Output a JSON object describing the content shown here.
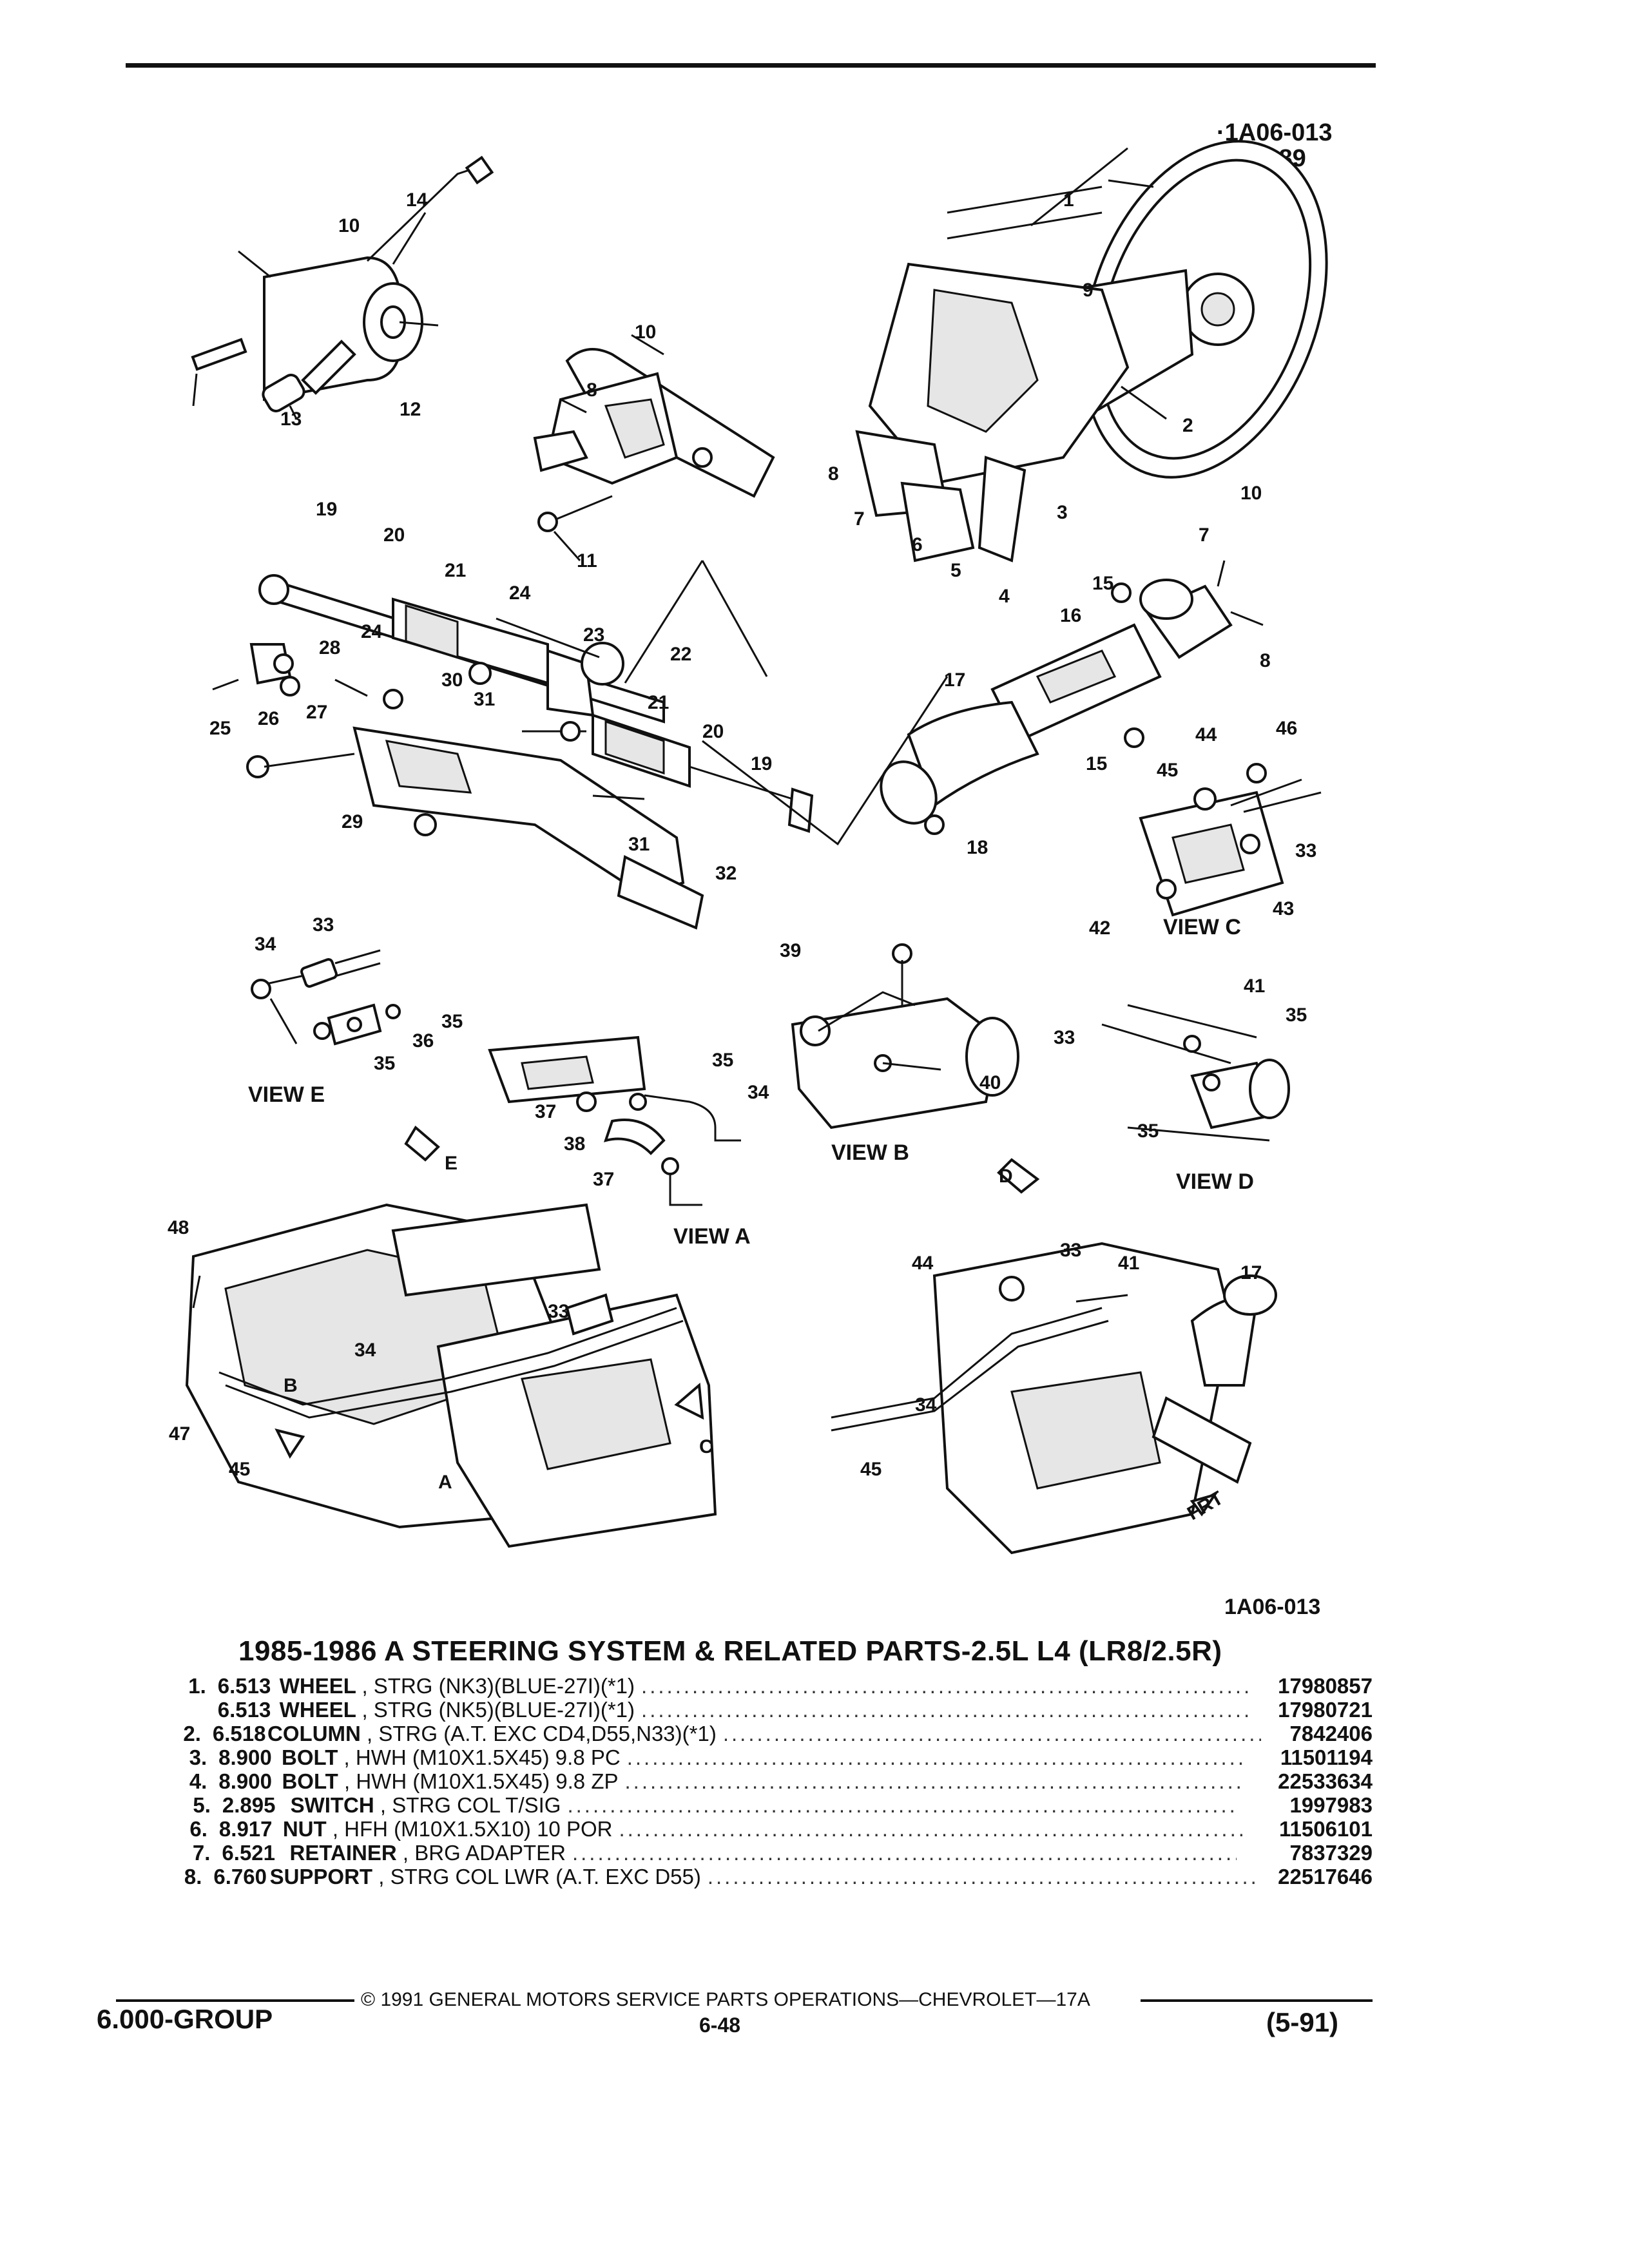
{
  "header": {
    "ref_code": "·1A06-013",
    "ref_date": "101689"
  },
  "diagram": {
    "ref_code": "1A06-013",
    "callouts": [
      "1",
      "2",
      "3",
      "4",
      "5",
      "6",
      "7",
      "8",
      "9",
      "10",
      "11",
      "12",
      "13",
      "14",
      "15",
      "16",
      "17",
      "18",
      "19",
      "20",
      "21",
      "22",
      "23",
      "24",
      "25",
      "26",
      "27",
      "28",
      "29",
      "30",
      "31",
      "32",
      "33",
      "34",
      "35",
      "36",
      "37",
      "38",
      "39",
      "40",
      "41",
      "42",
      "43",
      "44",
      "45",
      "46",
      "47",
      "48"
    ],
    "view_labels": {
      "a": "VIEW A",
      "b": "VIEW B",
      "c": "VIEW C",
      "d": "VIEW D",
      "e": "VIEW E"
    },
    "arrow_letters": [
      "A",
      "B",
      "C",
      "D",
      "E"
    ],
    "direction": "FRT"
  },
  "title": "1985-1986 A STEERING SYSTEM & RELATED PARTS-2.5L L4 (LR8/2.5R)",
  "parts": [
    {
      "index": "1.",
      "group": "6.513",
      "name": "WHEEL",
      "detail": ", STRG (NK3)(BLUE-27I)(*1)",
      "part_number": "17980857"
    },
    {
      "index": "",
      "group": "6.513",
      "name": "WHEEL",
      "detail": ", STRG (NK5)(BLUE-27I)(*1)",
      "part_number": "17980721"
    },
    {
      "index": "2.",
      "group": "6.518",
      "name": "COLUMN",
      "detail": ", STRG (A.T. EXC CD4,D55,N33)(*1)",
      "part_number": "7842406"
    },
    {
      "index": "3.",
      "group": "8.900",
      "name": "BOLT",
      "detail": ", HWH (M10X1.5X45) 9.8 PC",
      "part_number": "11501194"
    },
    {
      "index": "4.",
      "group": "8.900",
      "name": "BOLT",
      "detail": ", HWH (M10X1.5X45) 9.8 ZP",
      "part_number": "22533634"
    },
    {
      "index": "5.",
      "group": "2.895",
      "name": "SWITCH",
      "detail": ", STRG COL T/SIG",
      "part_number": "1997983"
    },
    {
      "index": "6.",
      "group": "8.917",
      "name": "NUT",
      "detail": ", HFH (M10X1.5X10) 10 POR",
      "part_number": "11506101"
    },
    {
      "index": "7.",
      "group": "6.521",
      "name": "RETAINER",
      "detail": ", BRG ADAPTER",
      "part_number": "7837329"
    },
    {
      "index": "8.",
      "group": "6.760",
      "name": "SUPPORT",
      "detail": ", STRG COL LWR (A.T. EXC D55)",
      "part_number": "22517646"
    }
  ],
  "footer": {
    "copyright": "© 1991 GENERAL MOTORS SERVICE PARTS OPERATIONS—CHEVROLET—17A",
    "group": "6.000-GROUP",
    "page": "6-48",
    "date": "(5-91)"
  }
}
